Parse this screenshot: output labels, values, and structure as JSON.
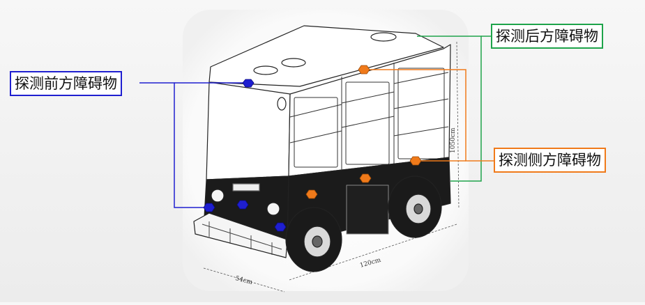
{
  "labels": {
    "front": "探测前方障碍物",
    "rear": "探测后方障碍物",
    "side": "探测侧方障碍物"
  },
  "dimensions": {
    "height": "1050cm",
    "length": "120cm",
    "width": "54cm"
  },
  "colors": {
    "front": "#1f1fd0",
    "rear": "#1ea34a",
    "side": "#f07a1a",
    "background": "#f2f2f2"
  },
  "sensors": {
    "front_icon": "blue-hexagon-sensor",
    "side_icon": "orange-hexagon-sensor"
  }
}
